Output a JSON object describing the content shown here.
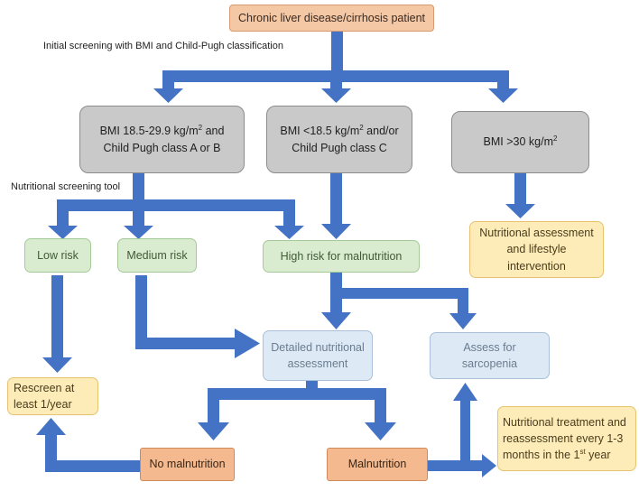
{
  "nodes": {
    "patient": "Chronic liver disease/cirrhosis patient",
    "bmi_normal": {
      "line1_pre": "BMI 18.5-29.9 kg/m",
      "line1_sup": "2",
      "line1_post": " and",
      "line2": "Child Pugh class A or B"
    },
    "bmi_low": {
      "line1_pre": "BMI <18.5 kg/m",
      "line1_sup": "2",
      "line1_post": " and/or",
      "line2": "Child Pugh class C"
    },
    "bmi_high": {
      "pre": "BMI >30 kg/m",
      "sup": "2"
    },
    "low_risk": "Low risk",
    "medium_risk": "Medium risk",
    "high_risk": "High risk for malnutrition",
    "lifestyle": {
      "line1": "Nutritional assessment",
      "line2": "and lifestyle",
      "line3": "intervention"
    },
    "detailed": {
      "line1": "Detailed nutritional",
      "line2": "assessment"
    },
    "sarcopenia": {
      "line1": "Assess for",
      "line2": "sarcopenia"
    },
    "rescreen": {
      "line1": "Rescreen at",
      "line2": "least 1/year"
    },
    "no_malnutrition": "No malnutrition",
    "malnutrition": "Malnutrition",
    "treatment": {
      "line1": "Nutritional treatment and",
      "line2": "reassessment every 1-3",
      "line3_pre": "months in the 1",
      "line3_sup": "st",
      "line3_post": " year"
    }
  },
  "labels": {
    "initial_screening": "Initial screening with BMI and Child-Pugh classification",
    "nutritional_tool": "Nutritional screening tool"
  },
  "colors": {
    "arrow": "#4472c4",
    "patient_fill": "#f4c7a5",
    "bmi_fill": "#c9c9c9",
    "risk_fill": "#d9ecd0",
    "assessment_fill": "#dde9f5",
    "outcome_fill": "#fdecb8",
    "malnutrition_fill": "#f4b98e"
  }
}
